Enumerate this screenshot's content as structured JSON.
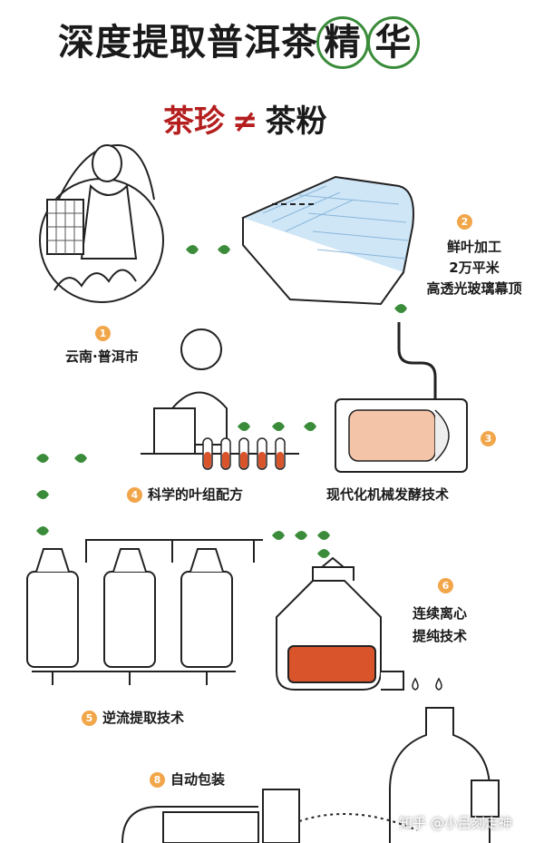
{
  "title": {
    "main": "深度提取普洱茶",
    "c1": "精",
    "c2": "华"
  },
  "subtitle": {
    "left": "茶珍",
    "neq": "≠",
    "right": "茶粉"
  },
  "steps": [
    {
      "num": "1",
      "text": "云南·普洱市"
    },
    {
      "num": "2",
      "lines": [
        "鲜叶加工",
        "2万平米",
        "高透光玻璃幕顶"
      ]
    },
    {
      "num": "3",
      "text": "现代化机械发酵技术"
    },
    {
      "num": "4",
      "text": "科学的叶组配方"
    },
    {
      "num": "5",
      "text": "逆流提取技术"
    },
    {
      "num": "6",
      "lines": [
        "连续离心",
        "提纯技术"
      ]
    },
    {
      "num": "8",
      "text": "自动包装"
    }
  ],
  "watermark": "知乎 @小吕刻走神",
  "colors": {
    "accent_green": "#3a8c3a",
    "accent_red": "#b51e1e",
    "badge_orange": "#f2a64a",
    "liquid": "#d9542b",
    "glass": "#cfe6f7"
  }
}
